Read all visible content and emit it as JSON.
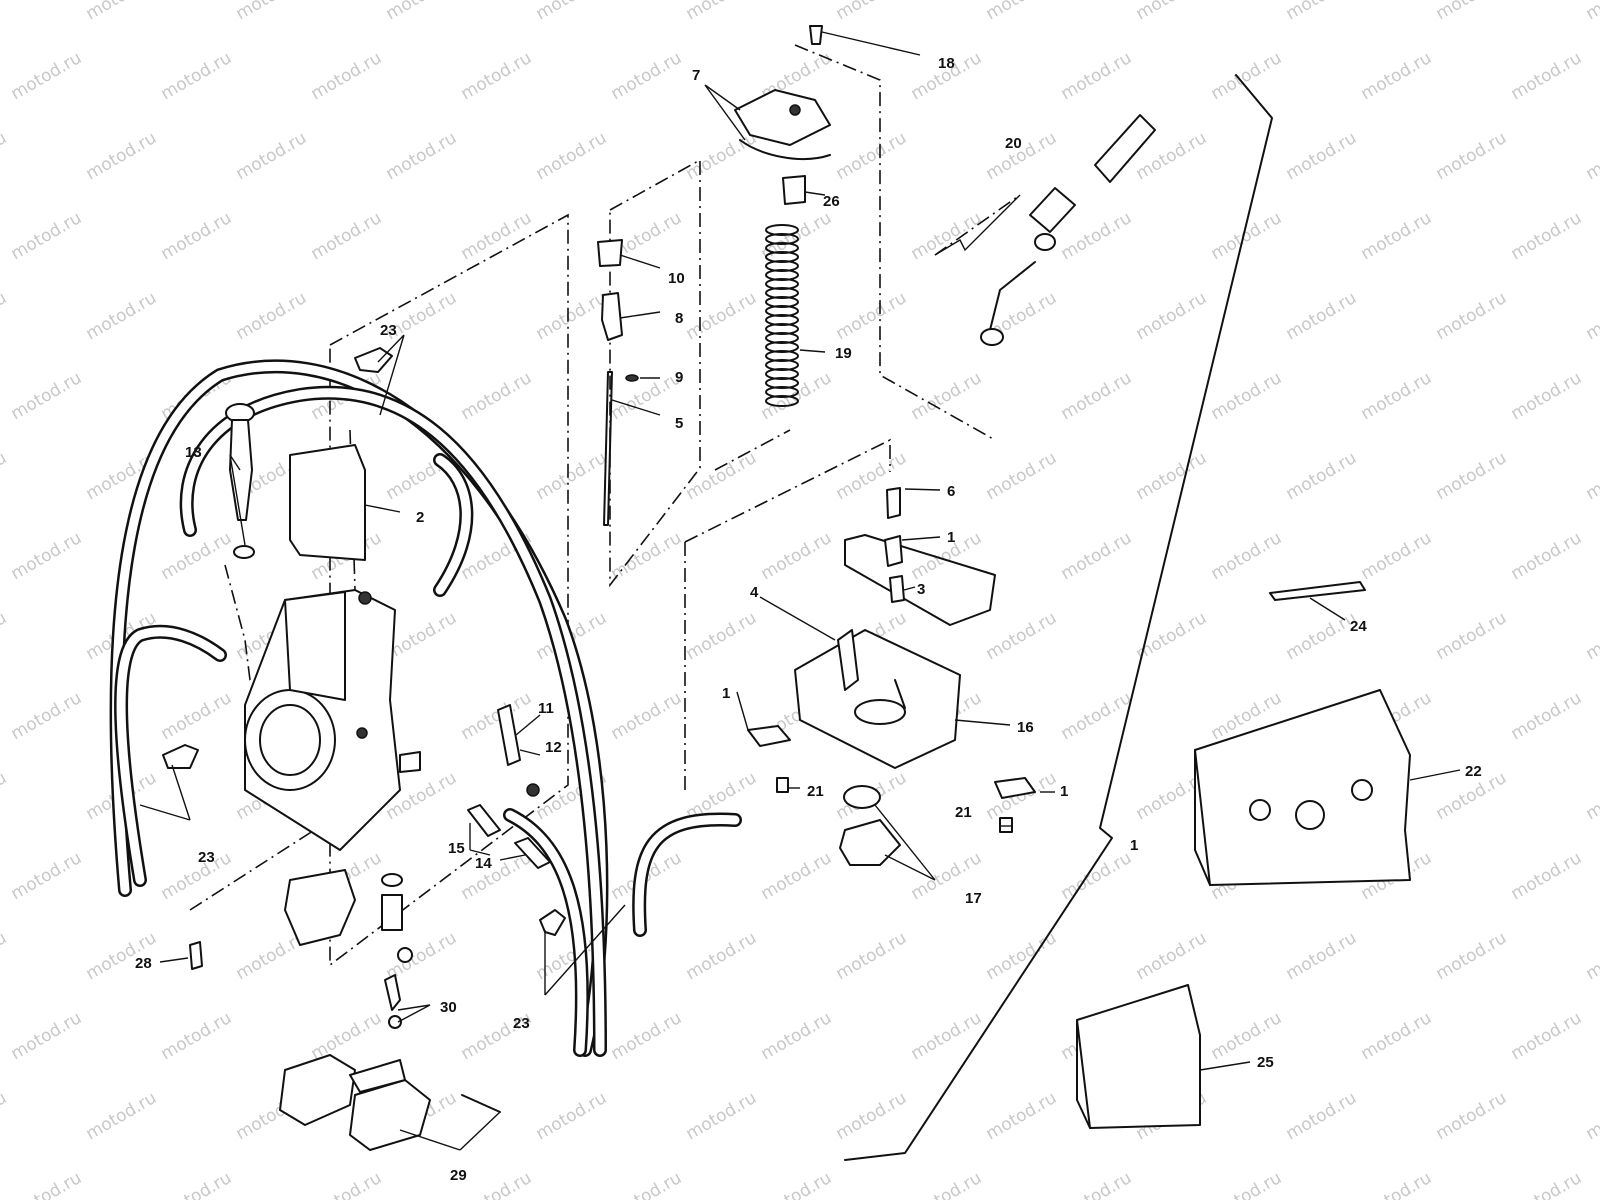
{
  "watermark": "motod.ru",
  "labels": {
    "l1a": "1",
    "l1b": "1",
    "l1c": "1",
    "l1d": "1",
    "l2": "2",
    "l3": "3",
    "l4": "4",
    "l5": "5",
    "l6": "6",
    "l7": "7",
    "l8": "8",
    "l9": "9",
    "l10": "10",
    "l11": "11",
    "l12": "12",
    "l13": "13",
    "l14": "14",
    "l15": "15",
    "l16": "16",
    "l17": "17",
    "l18": "18",
    "l19": "19",
    "l20": "20",
    "l21a": "21",
    "l21b": "21",
    "l22": "22",
    "l23a": "23",
    "l23b": "23",
    "l23c": "23",
    "l24": "24",
    "l25": "25",
    "l26": "26",
    "l28": "28",
    "l29": "29",
    "l30": "30"
  }
}
